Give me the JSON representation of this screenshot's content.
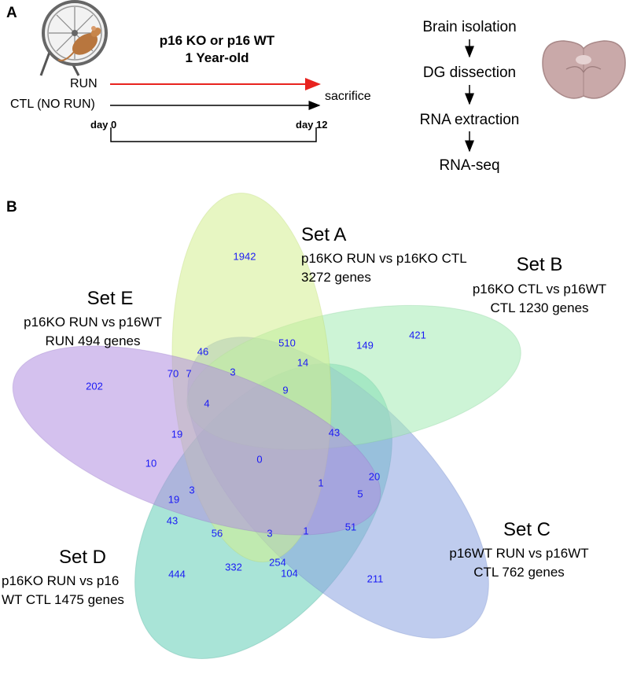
{
  "panelA": {
    "label": "A",
    "experiment_title_line1": "p16 KO or p16 WT",
    "experiment_title_line2": "1 Year-old",
    "run_label": "RUN",
    "ctl_label": "CTL (NO RUN)",
    "sacrifice_label": "sacrifice",
    "day_start": "day 0",
    "day_end": "day 12",
    "run_color": "#e8231f",
    "workflow": [
      "Brain isolation",
      "DG dissection",
      "RNA extraction",
      "RNA-seq"
    ]
  },
  "panelB": {
    "label": "B",
    "sets": {
      "A": {
        "title": "Set A",
        "desc1": "p16KO RUN vs p16KO CTL",
        "desc2": "3272 genes",
        "color": "#d4ee8f"
      },
      "B": {
        "title": "Set B",
        "desc1": "p16KO CTL vs p16WT",
        "desc2": "CTL 1230 genes",
        "color": "#a4ebb4"
      },
      "C": {
        "title": "Set C",
        "desc1": "p16WT RUN vs p16WT",
        "desc2": "CTL 762 genes",
        "color": "#8aa2e0"
      },
      "D": {
        "title": "Set D",
        "desc1": "p16KO RUN vs p16",
        "desc2": "WT CTL 1475 genes",
        "color": "#62cdb7"
      },
      "E": {
        "title": "Set E",
        "desc1": "p16KO RUN vs p16WT",
        "desc2": "RUN 494 genes",
        "color": "#b18ee0"
      }
    },
    "counts": [
      "1942",
      "421",
      "211",
      "444",
      "202",
      "510",
      "14",
      "149",
      "46",
      "3",
      "70",
      "7",
      "9",
      "4",
      "43",
      "19",
      "0",
      "20",
      "10",
      "1",
      "5",
      "3",
      "19",
      "43",
      "51",
      "56",
      "3",
      "1",
      "332",
      "254",
      "104"
    ]
  }
}
